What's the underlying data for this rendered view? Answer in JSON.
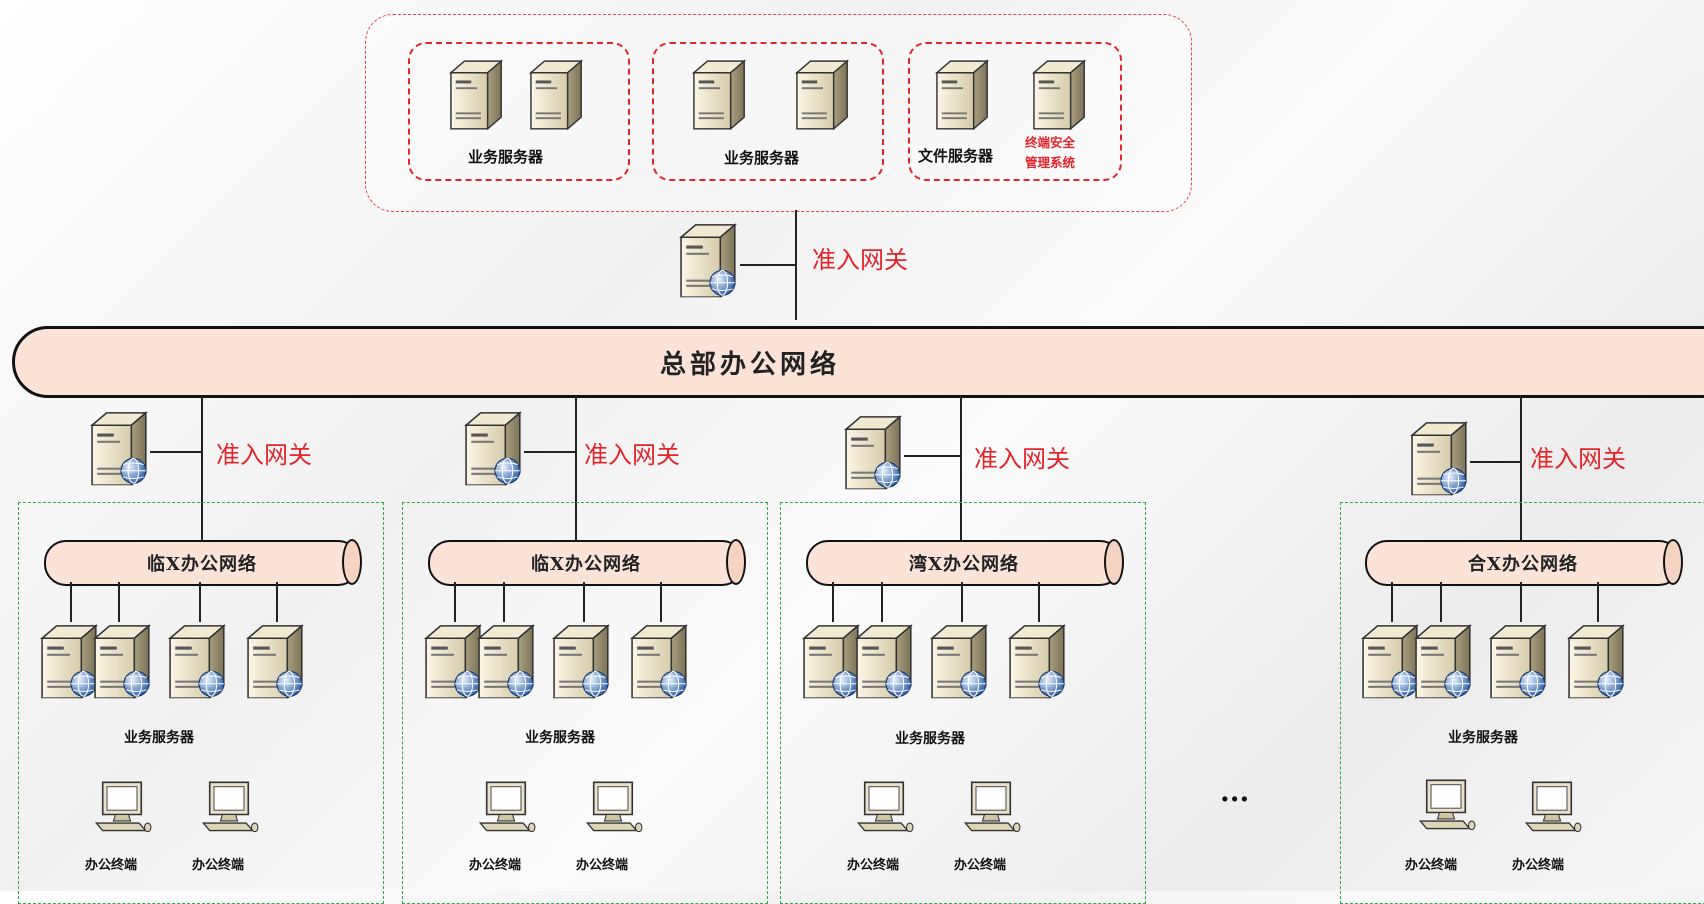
{
  "top": {
    "groups": [
      {
        "label": "业务服务器"
      },
      {
        "label": "业务服务器"
      },
      {
        "label_file": "文件服务器",
        "label_security_line1": "终端安全",
        "label_security_line2": "管理系统"
      }
    ]
  },
  "gateway_label": "准入网关",
  "main_bus": {
    "label": "总部办公网络"
  },
  "branches": [
    {
      "bus_label": "临X办公网络",
      "gateway_label": "准入网关",
      "server_label": "业务服务器",
      "terminal_labels": [
        "办公终端",
        "办公终端"
      ]
    },
    {
      "bus_label": "临X办公网络",
      "gateway_label": "准入网关",
      "server_label": "业务服务器",
      "terminal_labels": [
        "办公终端",
        "办公终端"
      ]
    },
    {
      "bus_label": "湾X办公网络",
      "gateway_label": "准入网关",
      "server_label": "业务服务器",
      "terminal_labels": [
        "办公终端",
        "办公终端"
      ]
    },
    {
      "bus_label": "合X办公网络",
      "gateway_label": "准入网关",
      "server_label": "业务服务器",
      "terminal_labels": [
        "办公终端",
        "办公终端"
      ]
    }
  ],
  "ellipsis": "...",
  "colors": {
    "accent_red": "#e3262b",
    "bus_fill": "#fbe3d7",
    "dashed_green": "#2ea84a"
  },
  "icons": [
    "server-icon",
    "gateway-server-icon",
    "desktop-terminal-icon"
  ]
}
